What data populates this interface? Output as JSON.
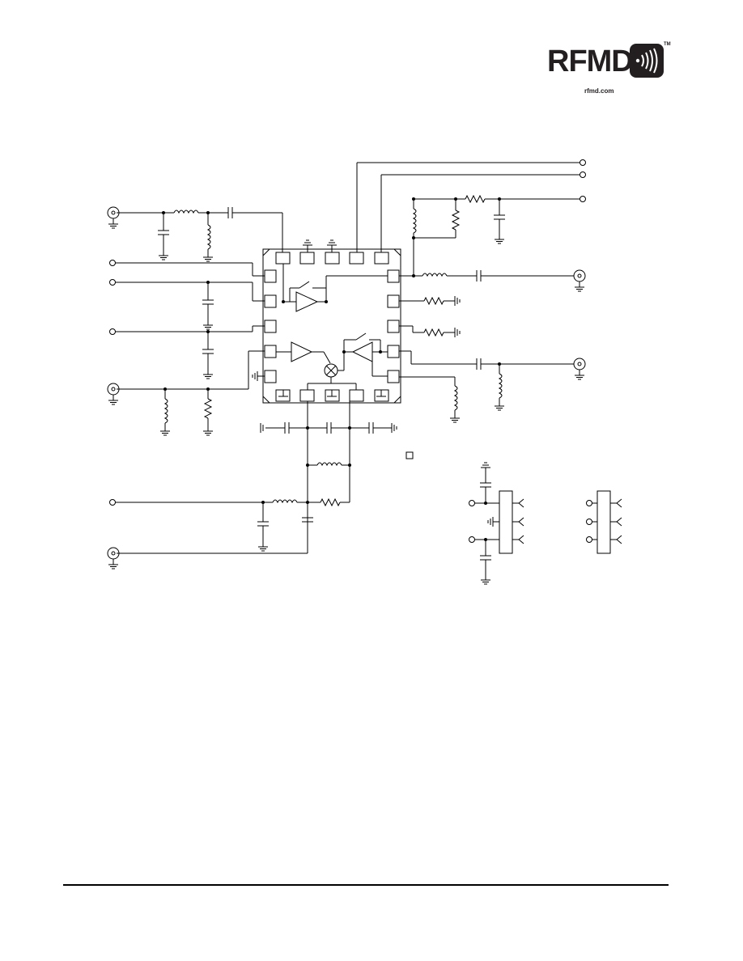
{
  "logo": {
    "brand": "RFMD",
    "trademark": "TM",
    "url": "rfmd.com"
  },
  "colors": {
    "ink": "#231f20",
    "line": "#000000",
    "background": "#ffffff"
  },
  "icons": [
    "wireless-waves-icon",
    "sma-connector-icon",
    "ground-icon",
    "inductor-icon",
    "resistor-icon",
    "capacitor-icon",
    "amplifier-icon",
    "mixer-icon",
    "switch-icon"
  ]
}
